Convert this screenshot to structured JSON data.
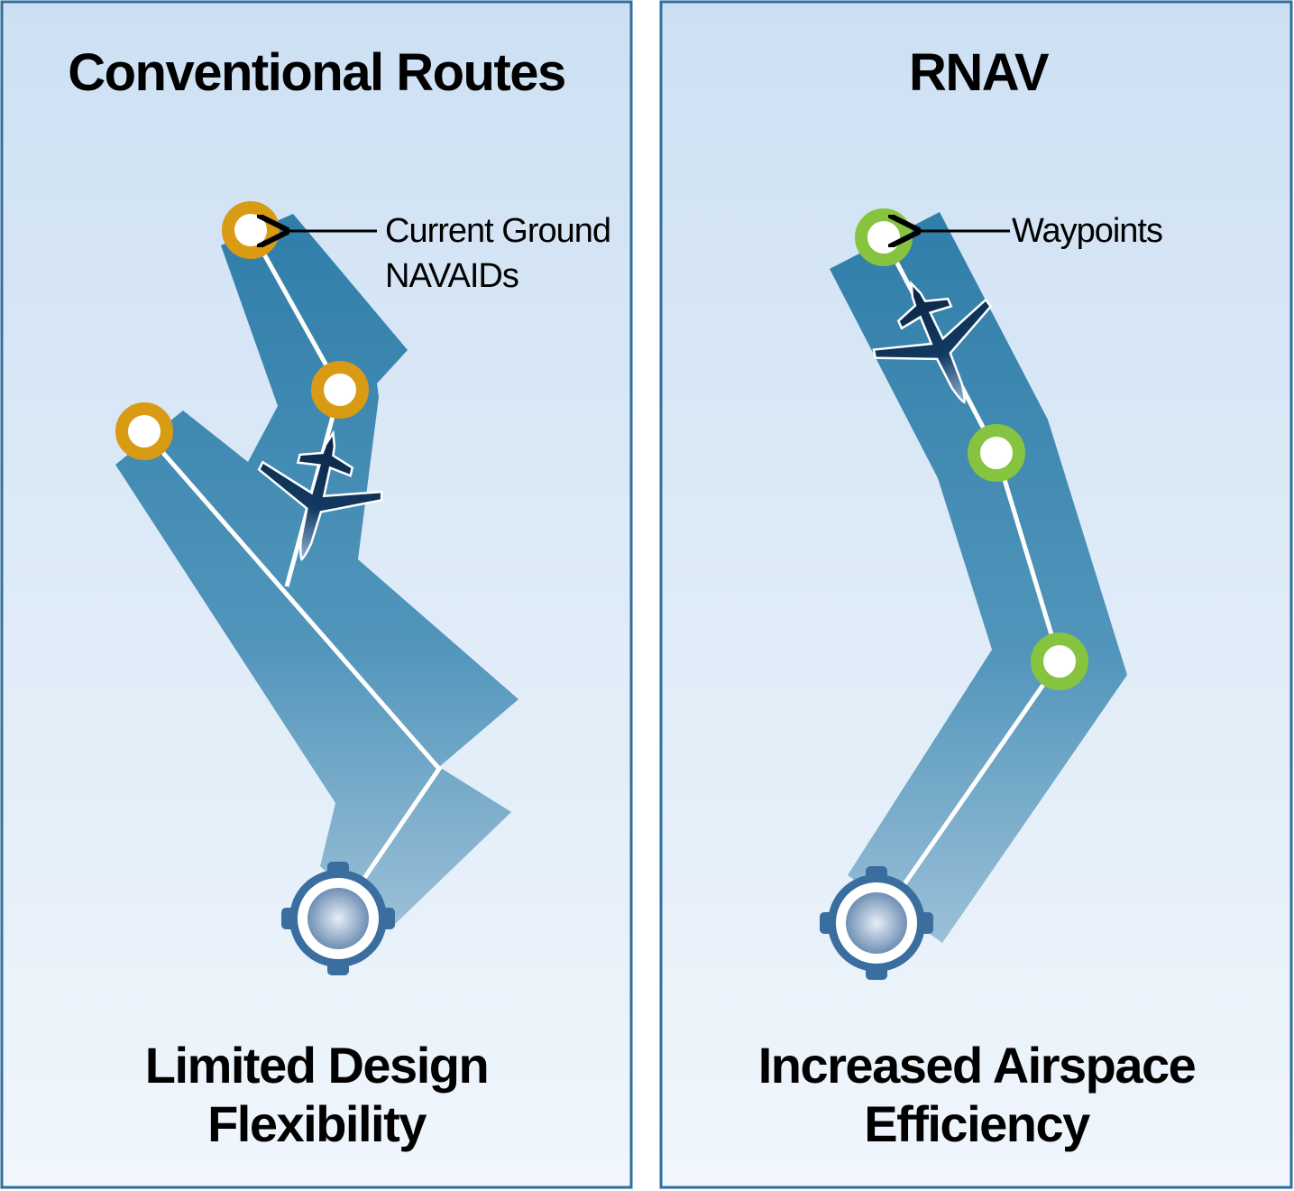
{
  "left_panel": {
    "title": "Conventional Routes",
    "annotation_line1": "Current Ground",
    "annotation_line2": "NAVAIDs",
    "caption_line1": "Limited Design",
    "caption_line2": "Flexibility",
    "marker_color": "#d99a14"
  },
  "right_panel": {
    "title": "RNAV",
    "annotation": "Waypoints",
    "caption_line1": "Increased Airspace",
    "caption_line2": "Efficiency",
    "marker_color": "#86c440"
  },
  "colors": {
    "route_top": "#3784ad",
    "route_bottom": "#8db6d0",
    "background_top": "#cde0f3",
    "background_bottom": "#f0f6fc",
    "border": "#2f6f9f",
    "plane": "#0f2c4c"
  }
}
